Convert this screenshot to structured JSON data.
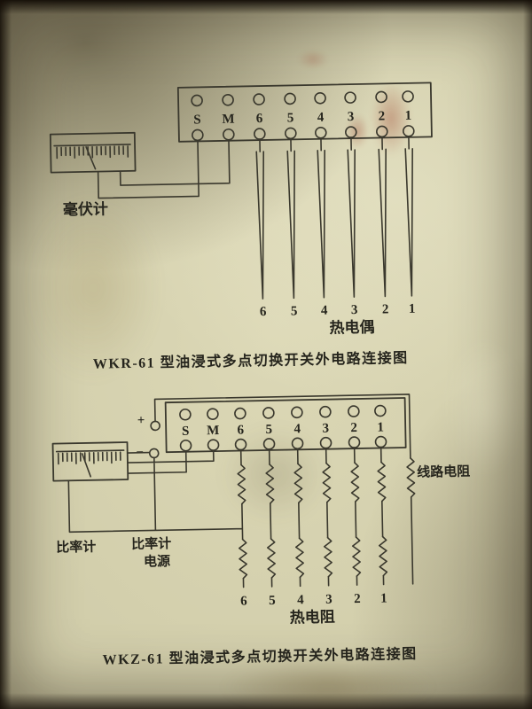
{
  "colors": {
    "paper": "#d6d2b0",
    "ink": "#3a382d",
    "stain_red": "#8f3f2a"
  },
  "icons": {
    "resistor-icon": "vertical zigzag",
    "thermocouple-icon": "long narrow V probe",
    "meter-scale-icon": "ruler ticks with needle"
  },
  "captions": {
    "top": "WKR-61 型油浸式多点切换开关外电路连接图",
    "bottom": "WKZ-61 型油浸式多点切换开关外电路连接图"
  },
  "top_diagram": {
    "terminals": [
      "S",
      "M",
      "6",
      "5",
      "4",
      "3",
      "2",
      "1"
    ],
    "meter_label": "毫伏计",
    "sensor_numbers": [
      "6",
      "5",
      "4",
      "3",
      "2",
      "1"
    ],
    "sensor_label": "热电偶"
  },
  "bottom_diagram": {
    "terminals": [
      "S",
      "M",
      "6",
      "5",
      "4",
      "3",
      "2",
      "1"
    ],
    "meter_label": "比率计",
    "supply_label_line1": "比率计",
    "supply_label_line2": "电源",
    "plus_sign": "+",
    "minus_sign": "−",
    "line_resistance_label": "线路电阻",
    "sensor_numbers": [
      "6",
      "5",
      "4",
      "3",
      "2",
      "1"
    ],
    "sensor_label": "热电阻"
  }
}
